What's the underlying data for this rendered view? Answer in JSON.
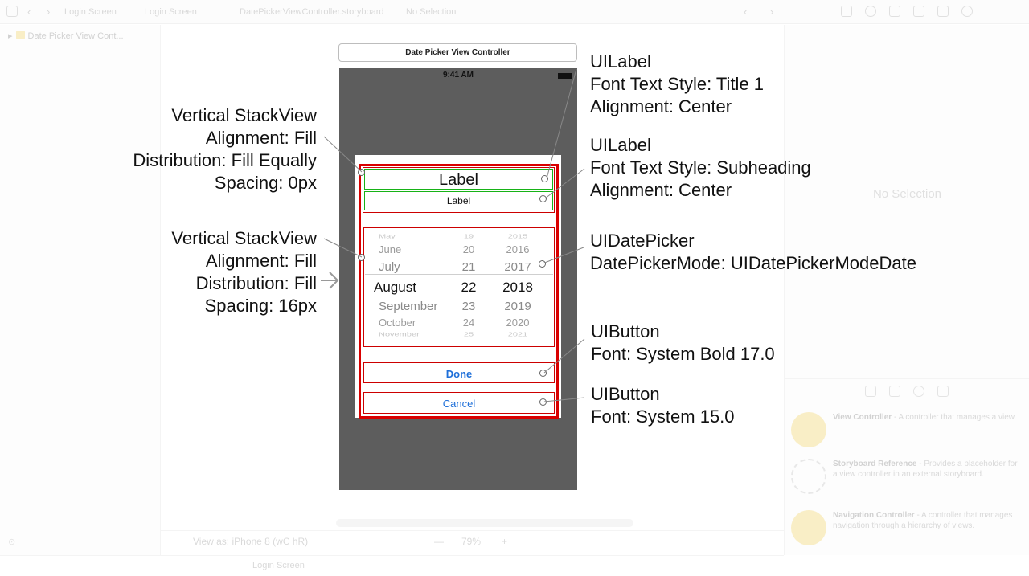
{
  "xcode": {
    "breadcrumb": {
      "item1": "Login Screen",
      "item2": "Login Screen",
      "file": "DatePickerViewController.storyboard",
      "selection": "No Selection"
    },
    "outline_item": "Date Picker View Cont...",
    "inspector_empty": "No Selection",
    "library": [
      {
        "name": "View Controller",
        "desc": "- A controller that manages a view."
      },
      {
        "name": "Storyboard Reference",
        "desc": "- Provides a placeholder for a view controller in an external storyboard."
      },
      {
        "name": "Navigation Controller",
        "desc": "- A controller that manages navigation through a hierarchy of views."
      }
    ],
    "view_as": "View as: iPhone 8 (wC hR)",
    "zoom": "79%",
    "debug_target": "Login Screen",
    "minus": "—",
    "plus": "+"
  },
  "scene": {
    "title": "Date Picker View Controller",
    "status_time": "9:41 AM",
    "title_label": "Label",
    "subtitle_label": "Label",
    "picker": {
      "months": [
        "May",
        "June",
        "July",
        "August",
        "September",
        "October",
        "November"
      ],
      "days": [
        "19",
        "20",
        "21",
        "22",
        "23",
        "24",
        "25"
      ],
      "years": [
        "2015",
        "2016",
        "2017",
        "2018",
        "2019",
        "2020",
        "2021"
      ],
      "selected_index": 3
    },
    "done_label": "Done",
    "cancel_label": "Cancel"
  },
  "annotations": {
    "stack1": [
      "Vertical StackView",
      "Alignment: Fill",
      "Distribution: Fill Equally",
      "Spacing: 0px"
    ],
    "stack2": [
      "Vertical StackView",
      "Alignment: Fill",
      "Distribution: Fill",
      "Spacing: 16px"
    ],
    "label1": [
      "UILabel",
      "Font Text Style: Title 1",
      "Alignment: Center"
    ],
    "label2": [
      "UILabel",
      "Font Text Style: Subheading",
      "Alignment: Center"
    ],
    "datepicker": [
      "UIDatePicker",
      "DatePickerMode: UIDatePickerModeDate"
    ],
    "button1": [
      "UIButton",
      "Font: System Bold 17.0"
    ],
    "button2": [
      "UIButton",
      "Font: System 15.0"
    ]
  },
  "colors": {
    "constraint_red": "#d90000",
    "label_green": "#17b217",
    "button_blue": "#1e6fd9",
    "canvas_gray": "#5d5d5d"
  },
  "icons": [
    "chevron-left-icon",
    "chevron-right-icon",
    "file-icon",
    "folder-icon",
    "arrow-right-icon",
    "battery-icon"
  ]
}
